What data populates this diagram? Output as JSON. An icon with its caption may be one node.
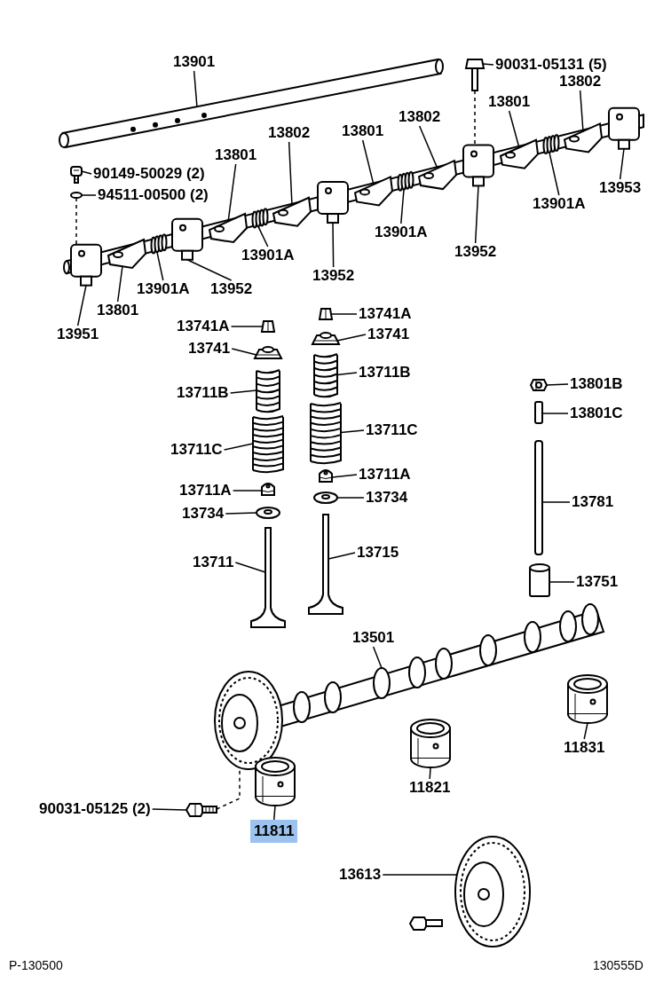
{
  "diagram": {
    "nodes": [
      {
        "text": [
          "13901"
        ]
      },
      {
        "text": [
          "90031-05131 (5)"
        ]
      },
      {
        "text": [
          "13802"
        ]
      },
      {
        "text": [
          "13801"
        ]
      },
      {
        "text": [
          "13953"
        ]
      },
      {
        "text": [
          "13802"
        ]
      },
      {
        "text": [
          "13801"
        ]
      },
      {
        "text": [
          "13802"
        ]
      },
      {
        "text": [
          "13901A"
        ]
      },
      {
        "text": [
          "13801"
        ]
      },
      {
        "text": [
          "90149-50029 (2)"
        ]
      },
      {
        "text": [
          "94511-00500 (2)"
        ]
      },
      {
        "text": [
          "13901A"
        ]
      },
      {
        "text": [
          "13952"
        ]
      },
      {
        "text": [
          "13901A"
        ]
      },
      {
        "text": [
          "13952"
        ]
      },
      {
        "text": [
          "13901A"
        ]
      },
      {
        "text": [
          "13952"
        ]
      },
      {
        "text": [
          "13801"
        ]
      },
      {
        "text": [
          "13951"
        ]
      },
      {
        "text": [
          "13741A"
        ]
      },
      {
        "text": [
          "13741"
        ]
      },
      {
        "text": [
          "13711B"
        ]
      },
      {
        "text": [
          "13711C"
        ]
      },
      {
        "text": [
          "13711A"
        ]
      },
      {
        "text": [
          "13734"
        ]
      },
      {
        "text": [
          "13711"
        ]
      },
      {
        "text": [
          "13741A"
        ]
      },
      {
        "text": [
          "13741"
        ]
      },
      {
        "text": [
          "13711B"
        ]
      },
      {
        "text": [
          "13711C"
        ]
      },
      {
        "text": [
          "13711A"
        ]
      },
      {
        "text": [
          "13734"
        ]
      },
      {
        "text": [
          "13715"
        ]
      },
      {
        "text": [
          "13801B"
        ]
      },
      {
        "text": [
          "13801C"
        ]
      },
      {
        "text": [
          "13781"
        ]
      },
      {
        "text": [
          "13751"
        ]
      },
      {
        "text": [
          "13501"
        ]
      },
      {
        "text": [
          "11831"
        ]
      },
      {
        "text": [
          "11821"
        ]
      },
      {
        "text": [
          "90031-05125 (2)"
        ]
      },
      {
        "text": [
          "11811"
        ]
      },
      {
        "text": [
          "13613"
        ]
      },
      {
        "text": [],
        "shape": "picture"
      },
      {
        "text": [],
        "shape": "picture"
      },
      {
        "text": [],
        "shape": "picture"
      },
      {
        "text": [],
        "shape": "picture"
      },
      {
        "text": [],
        "shape": "picture"
      },
      {
        "text": [],
        "shape": "picture"
      },
      {
        "text": [],
        "shape": "picture"
      },
      {
        "text": [],
        "shape": "picture"
      },
      {
        "text": [],
        "shape": "picture"
      },
      {
        "text": [],
        "shape": "picture"
      },
      {
        "text": [],
        "shape": "picture"
      },
      {
        "text": [],
        "shape": "picture"
      },
      {
        "text": [],
        "shape": "picture"
      },
      {
        "text": [],
        "shape": "picture"
      },
      {
        "text": [],
        "shape": "picture"
      },
      {
        "text": [],
        "shape": "picture"
      },
      {
        "text": [],
        "shape": "picture"
      },
      {
        "text": [],
        "shape": "picture"
      },
      {
        "text": [],
        "shape": "picture"
      },
      {
        "text": [],
        "shape": "picture"
      },
      {
        "text": [],
        "shape": "picture"
      },
      {
        "text": [],
        "shape": "picture"
      },
      {
        "text": [],
        "shape": "picture"
      },
      {
        "text": [],
        "shape": "picture"
      },
      {
        "text": [],
        "shape": "picture"
      },
      {
        "text": [],
        "shape": "picture"
      },
      {
        "text": [],
        "shape": "picture"
      },
      {
        "text": [],
        "shape": "picture"
      },
      {
        "text": [],
        "shape": "picture"
      },
      {
        "text": [],
        "shape": "picture"
      },
      {
        "text": [],
        "shape": "picture"
      },
      {
        "text": [],
        "shape": "picture"
      },
      {
        "text": [],
        "shape": "picture"
      },
      {
        "text": [],
        "shape": "picture"
      },
      {
        "text": [],
        "shape": "picture"
      },
      {
        "text": [],
        "shape": "picture"
      },
      {
        "text": [],
        "shape": "picture"
      },
      {
        "text": [],
        "shape": "picture"
      },
      {
        "text": [],
        "shape": "picture"
      },
      {
        "text": [],
        "shape": "picture"
      },
      {
        "text": [],
        "shape": "picture"
      },
      {
        "text": [],
        "shape": "picture"
      },
      {
        "text": [],
        "shape": "picture"
      },
      {
        "text": [],
        "shape": "picture"
      }
    ],
    "edges": [
      {
        "from": 0,
        "to": 44,
        "arrow": "none"
      },
      {
        "from": 1,
        "to": 45,
        "arrow": "none"
      },
      {
        "from": 2,
        "to": 46,
        "arrow": "none"
      },
      {
        "from": 3,
        "to": 47,
        "arrow": "none"
      },
      {
        "from": 4,
        "to": 48,
        "arrow": "none"
      },
      {
        "from": 5,
        "to": 49,
        "arrow": "none"
      },
      {
        "from": 6,
        "to": 50,
        "arrow": "none"
      },
      {
        "from": 7,
        "to": 51,
        "arrow": "none"
      },
      {
        "from": 8,
        "to": 52,
        "arrow": "none"
      },
      {
        "from": 9,
        "to": 53,
        "arrow": "none"
      },
      {
        "from": 10,
        "to": 54,
        "arrow": "none"
      },
      {
        "from": 11,
        "to": 55,
        "arrow": "none"
      },
      {
        "from": 12,
        "to": 56,
        "arrow": "none"
      },
      {
        "from": 13,
        "to": 57,
        "arrow": "none"
      },
      {
        "from": 14,
        "to": 58,
        "arrow": "none"
      },
      {
        "from": 15,
        "to": 59,
        "arrow": "none"
      },
      {
        "from": 16,
        "to": 60,
        "arrow": "none"
      },
      {
        "from": 17,
        "to": 61,
        "arrow": "none"
      },
      {
        "from": 18,
        "to": 62,
        "arrow": "none"
      },
      {
        "from": 19,
        "to": 63,
        "arrow": "none"
      },
      {
        "from": 20,
        "to": 64,
        "arrow": "none"
      },
      {
        "from": 21,
        "to": 65,
        "arrow": "none"
      },
      {
        "from": 22,
        "to": 66,
        "arrow": "none"
      },
      {
        "from": 23,
        "to": 67,
        "arrow": "none"
      },
      {
        "from": 24,
        "to": 68,
        "arrow": "none"
      },
      {
        "from": 25,
        "to": 69,
        "arrow": "none"
      },
      {
        "from": 26,
        "to": 70,
        "arrow": "none"
      },
      {
        "from": 27,
        "to": 71,
        "arrow": "none"
      },
      {
        "from": 28,
        "to": 72,
        "arrow": "none"
      },
      {
        "from": 29,
        "to": 73,
        "arrow": "none"
      },
      {
        "from": 30,
        "to": 74,
        "arrow": "none"
      },
      {
        "from": 31,
        "to": 75,
        "arrow": "none"
      },
      {
        "from": 32,
        "to": 76,
        "arrow": "none"
      },
      {
        "from": 33,
        "to": 77,
        "arrow": "none"
      },
      {
        "from": 34,
        "to": 78,
        "arrow": "none"
      },
      {
        "from": 35,
        "to": 79,
        "arrow": "none"
      },
      {
        "from": 36,
        "to": 80,
        "arrow": "none"
      },
      {
        "from": 37,
        "to": 81,
        "arrow": "none"
      },
      {
        "from": 38,
        "to": 82,
        "arrow": "none"
      },
      {
        "from": 39,
        "to": 83,
        "arrow": "none"
      },
      {
        "from": 40,
        "to": 84,
        "arrow": "none"
      },
      {
        "from": 41,
        "to": 85,
        "arrow": "none"
      },
      {
        "from": 42,
        "to": 86,
        "arrow": "none"
      },
      {
        "from": 43,
        "to": 87,
        "arrow": "none"
      },
      {
        "from": 45,
        "to": 57,
        "arrow": "none",
        "style": "dashed"
      },
      {
        "from": 55,
        "to": 63,
        "arrow": "none",
        "style": "dashed"
      },
      {
        "from": 85,
        "to": 82,
        "arrow": "none",
        "style": "dashed"
      }
    ],
    "labels": [
      "P-130500",
      "130555D"
    ]
  }
}
